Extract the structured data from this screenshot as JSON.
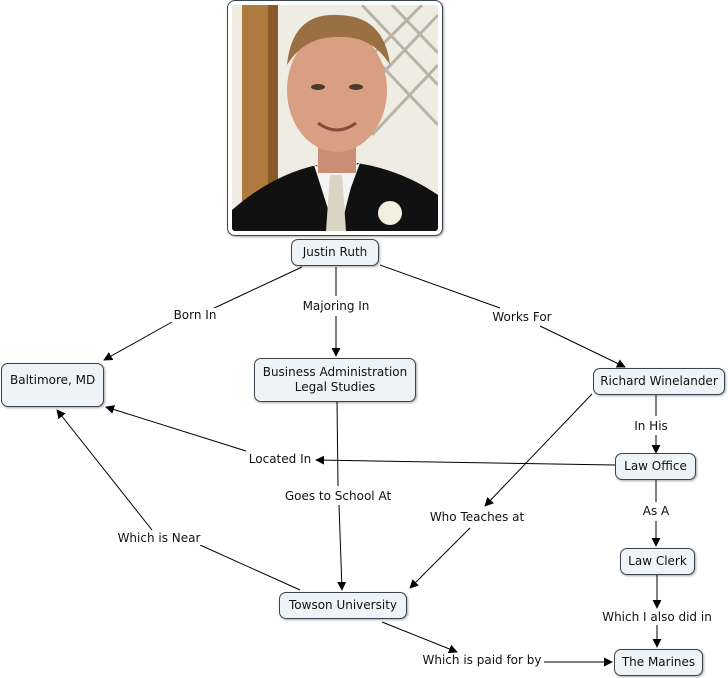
{
  "nodes": {
    "justin_ruth": "Justin Ruth",
    "baltimore": "Baltimore, MD",
    "business_admin": "Business Administration\nLegal Studies",
    "richard_winelander": "Richard Winelander",
    "law_office": "Law Office",
    "law_clerk": "Law Clerk",
    "towson_university": "Towson University",
    "the_marines": "The Marines"
  },
  "links": {
    "born_in": "Born In",
    "majoring_in": "Majoring In",
    "works_for": "Works For",
    "in_his": "In His",
    "located_in": "Located In",
    "goes_to_school_at": "Goes to School At",
    "who_teaches_at": "Who Teaches at",
    "as_a": "As A",
    "which_is_near": "Which is Near",
    "which_i_also_did_in": "Which I also did in",
    "which_is_paid_for_by": "Which is paid for by"
  },
  "colors": {
    "node_fill": "#eef3f7",
    "node_border": "#3a4550",
    "line": "#000000"
  },
  "photo": {
    "subject": "portrait-photo"
  }
}
